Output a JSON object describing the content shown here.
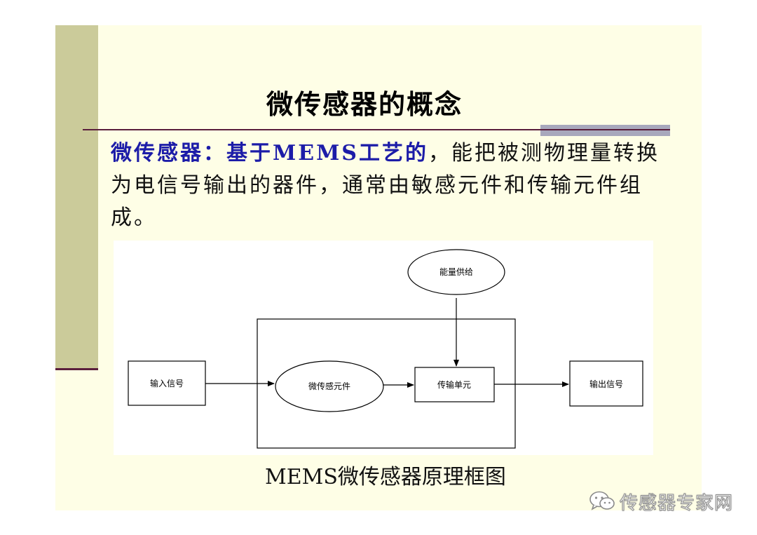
{
  "slide": {
    "title": "微传感器的概念",
    "definition_highlight": "微传感器：基于MEMS工艺的",
    "definition_rest": "，能把被测物理量转换为电信号输出的器件，通常由敏感元件和传输元件组成。",
    "caption": "MEMS微传感器原理框图"
  },
  "diagram": {
    "power_supply": "能量供给",
    "input_signal": "输入信号",
    "sensing_element": "微传感元件",
    "transmission_unit": "传输单元",
    "output_signal": "输出信号"
  },
  "watermark": {
    "text": "传感器专家网",
    "icon": "wechat-icon"
  }
}
